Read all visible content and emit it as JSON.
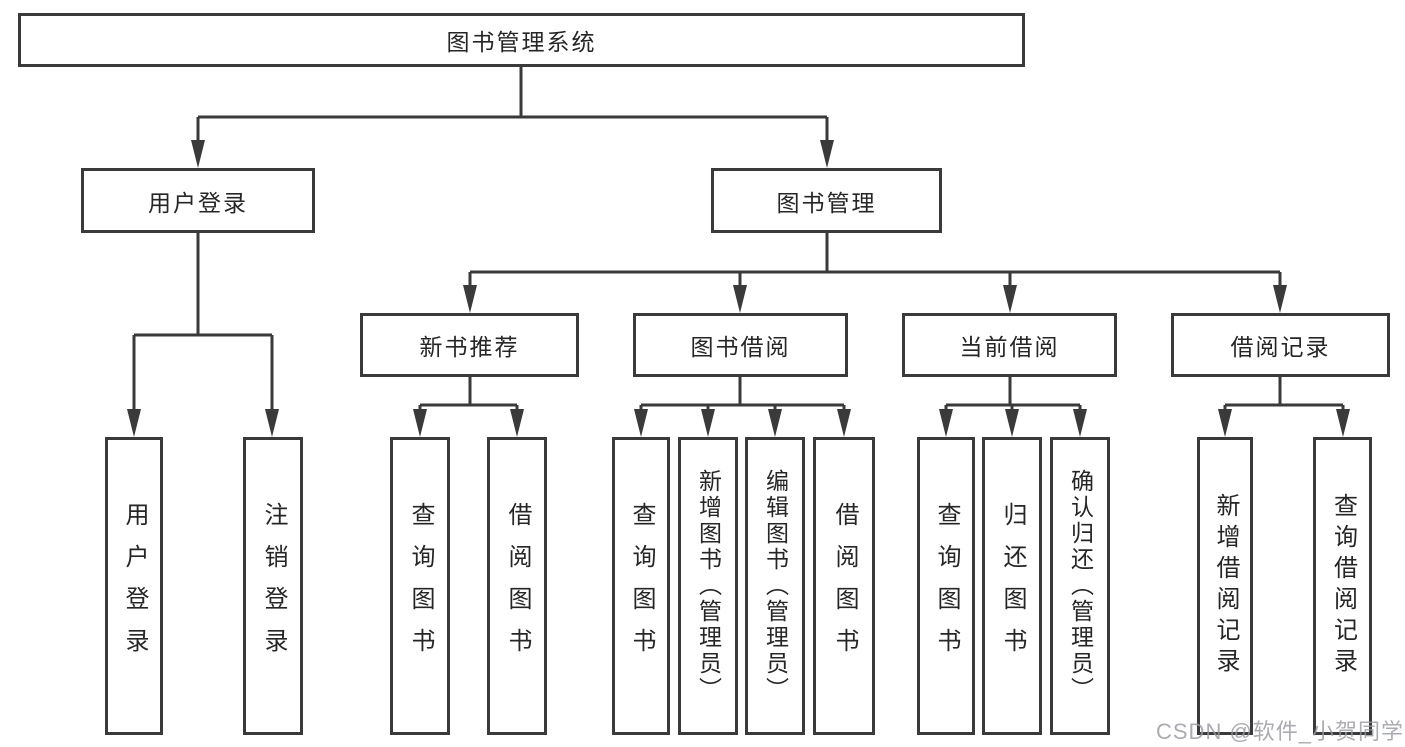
{
  "diagram_title": "图书管理系统",
  "tree": {
    "root": {
      "label": "图书管理系统",
      "children": [
        {
          "label": "用户登录",
          "children": [
            {
              "label": "用户登录"
            },
            {
              "label": "注销登录"
            }
          ]
        },
        {
          "label": "图书管理",
          "children": [
            {
              "label": "新书推荐",
              "children": [
                {
                  "label": "查询图书"
                },
                {
                  "label": "借阅图书"
                }
              ]
            },
            {
              "label": "图书借阅",
              "children": [
                {
                  "label": "查询图书"
                },
                {
                  "label": "新增图书（管理员）"
                },
                {
                  "label": "编辑图书（管理员）"
                },
                {
                  "label": "借阅图书"
                }
              ]
            },
            {
              "label": "当前借阅",
              "children": [
                {
                  "label": "查询图书"
                },
                {
                  "label": "归还图书"
                },
                {
                  "label": "确认归还（管理员）"
                }
              ]
            },
            {
              "label": "借阅记录",
              "children": [
                {
                  "label": "新增借阅记录"
                },
                {
                  "label": "查询借阅记录"
                }
              ]
            }
          ]
        }
      ]
    }
  },
  "watermark": "CSDN @软件_小贺同学",
  "colors": {
    "line": "#3a3a3a",
    "text": "#262626",
    "background": "#ffffff",
    "watermark": "#989aa0"
  }
}
